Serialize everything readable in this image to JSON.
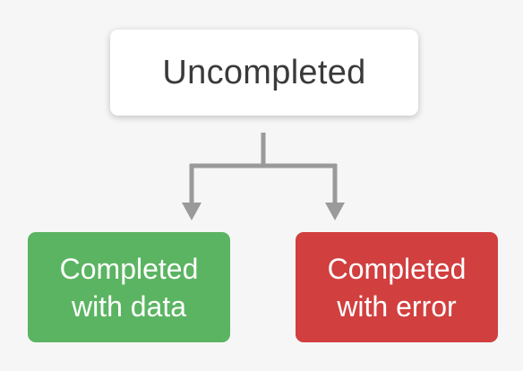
{
  "diagram": {
    "root": {
      "label": "Uncompleted"
    },
    "children": [
      {
        "line1": "Completed",
        "line2": "with data",
        "color": "#5bb462"
      },
      {
        "line1": "Completed",
        "line2": "with error",
        "color": "#d13f3f"
      }
    ],
    "connector_color": "#9a9a9a"
  }
}
